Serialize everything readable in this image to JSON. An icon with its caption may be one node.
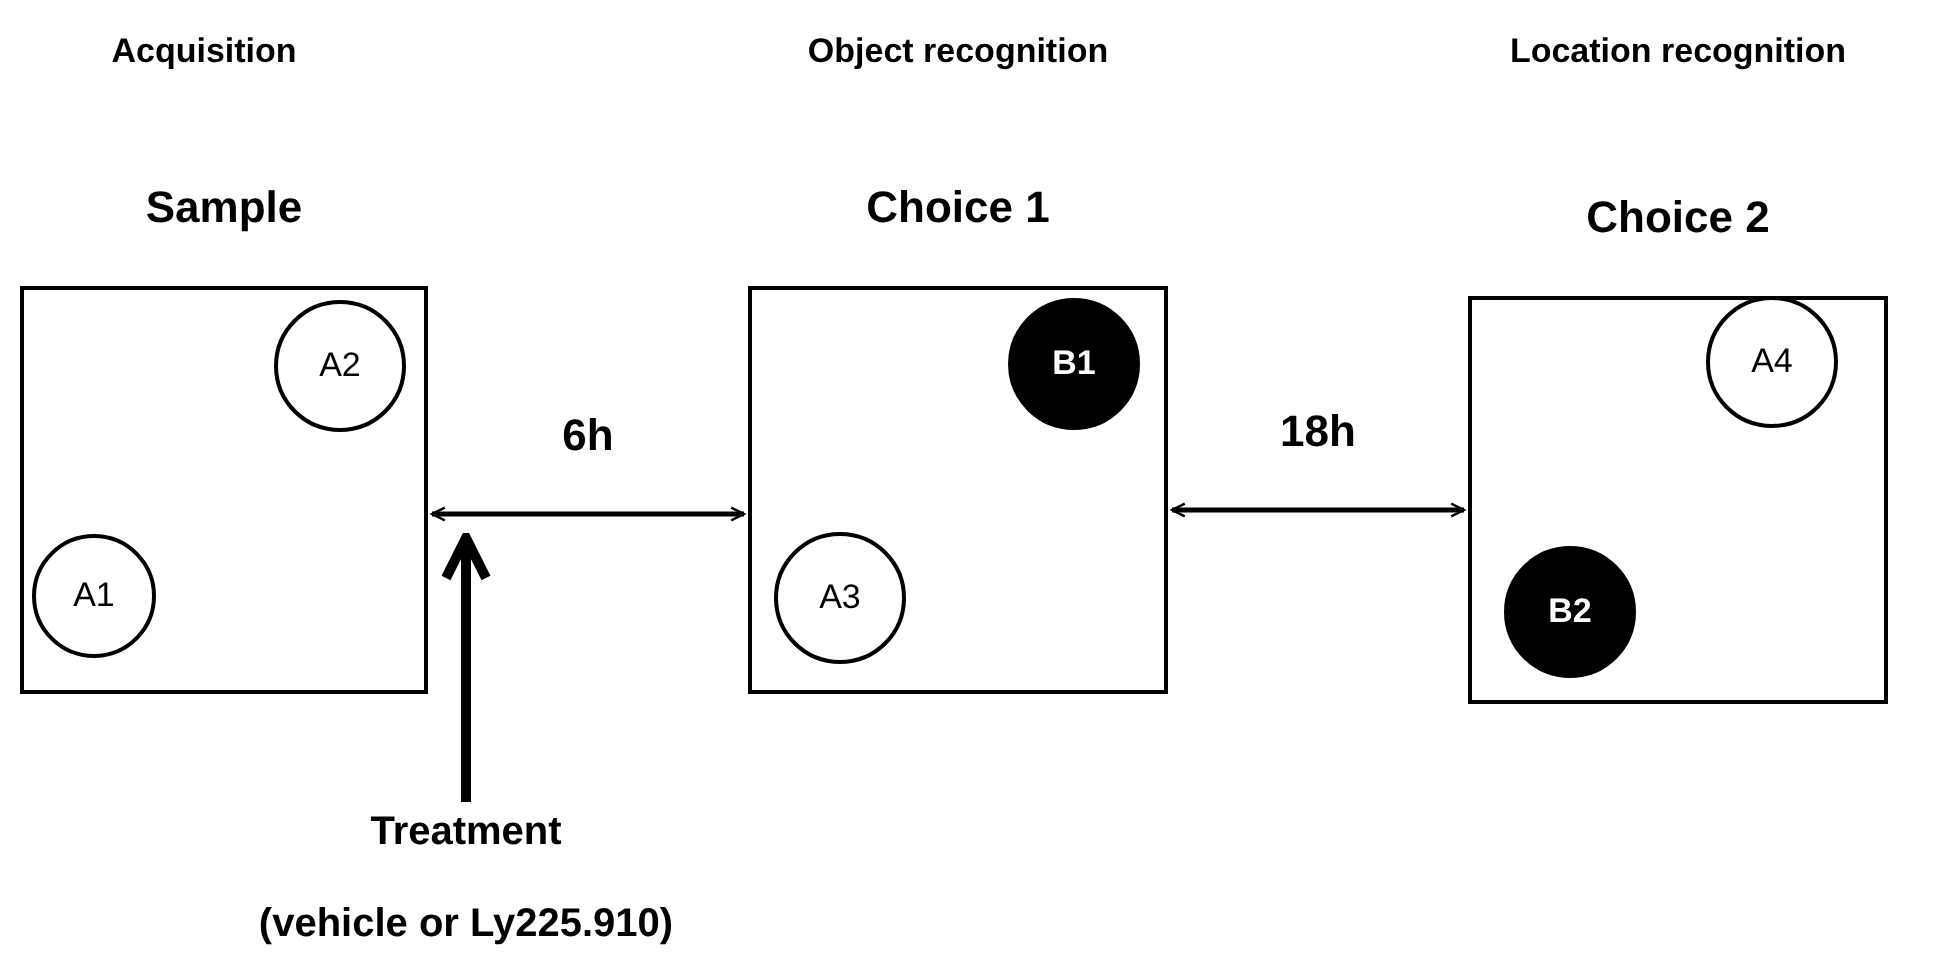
{
  "diagram": {
    "nodes": [
      {
        "text": [
          "Sample"
        ]
      },
      {
        "text": [
          "A1"
        ],
        "in": 0
      },
      {
        "text": [
          "A2"
        ],
        "in": 0
      },
      {
        "text": [
          "Choice 1"
        ]
      },
      {
        "text": [
          "A3"
        ],
        "in": 3
      },
      {
        "text": [
          "B1"
        ],
        "in": 3
      },
      {
        "text": [
          "Choice 2"
        ]
      },
      {
        "text": [
          "A4"
        ],
        "in": 6
      },
      {
        "text": [
          "B2"
        ],
        "in": 6
      },
      {
        "text": [
          "Treatment",
          "(vehicle or Ly225.910)"
        ]
      }
    ],
    "edges": [
      {
        "from": 0,
        "to": 3,
        "arrow": "both",
        "label": "6h"
      },
      {
        "from": 3,
        "to": 6,
        "arrow": "both",
        "label": "18h"
      },
      {
        "from": 9,
        "to": 0,
        "arrow": "to",
        "style": "thick"
      }
    ],
    "labels": [
      "Acquisition",
      "Object recognition",
      "Location recognition"
    ]
  }
}
